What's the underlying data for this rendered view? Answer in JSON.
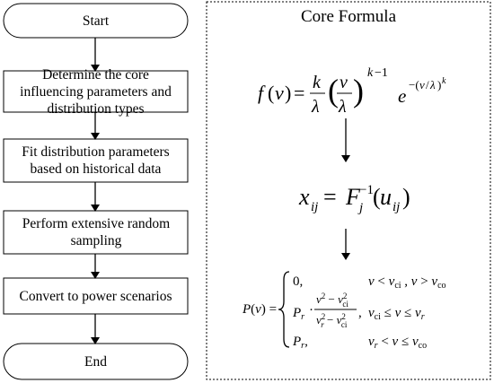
{
  "flowchart": {
    "nodes": [
      {
        "id": "start",
        "label": "Start"
      },
      {
        "id": "step1",
        "label": "Determine the core influencing parameters and distribution types"
      },
      {
        "id": "step2",
        "label": "Fit distribution parameters based on historical data"
      },
      {
        "id": "step3",
        "label": "Perform extensive random sampling"
      },
      {
        "id": "step4",
        "label": "Convert to power scenarios"
      },
      {
        "id": "end",
        "label": "End"
      }
    ]
  },
  "formula_panel": {
    "title": "Core Formula",
    "weibull_pdf": "f(v) = (k/λ)(v/λ)^(k−1) e^(−(v/λ)^k)",
    "inverse_transform": "x_ij = F_j^(−1)(u_ij)",
    "power_curve": {
      "lhs": "P(v) =",
      "cases": [
        {
          "value": "0,",
          "condition": "v < v_ci , v > v_co"
        },
        {
          "value": "P_r · (v² − v_ci²)/(v_r² − v_ci²),",
          "condition": "v_ci ≤ v ≤ v_r"
        },
        {
          "value": "P_r,",
          "condition": "v_r < v ≤ v_co"
        }
      ]
    }
  }
}
